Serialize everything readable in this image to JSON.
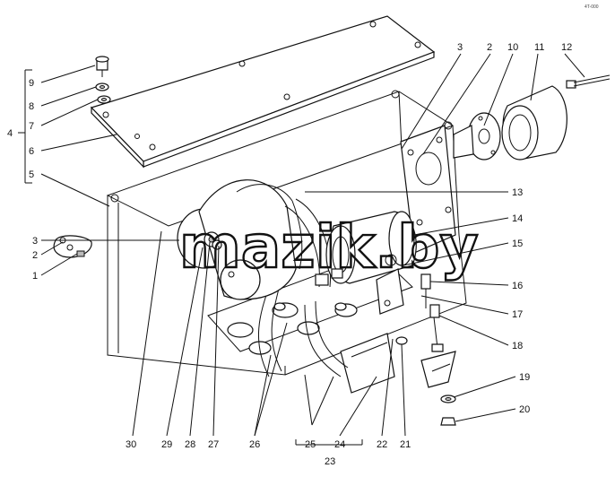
{
  "watermark": "mazik.by",
  "corner_code": "4T-000",
  "callouts": [
    "1",
    "2",
    "3",
    "4",
    "5",
    "6",
    "7",
    "8",
    "9",
    "10",
    "11",
    "12",
    "13",
    "14",
    "15",
    "16",
    "17",
    "18",
    "19",
    "20",
    "21",
    "22",
    "23",
    "24",
    "25",
    "26",
    "27",
    "28",
    "29",
    "30"
  ],
  "left_callouts": [
    "3",
    "2",
    "1"
  ],
  "top_callouts": [
    "3",
    "2"
  ],
  "colors": {
    "ink": "#111111",
    "paper": "#ffffff"
  }
}
